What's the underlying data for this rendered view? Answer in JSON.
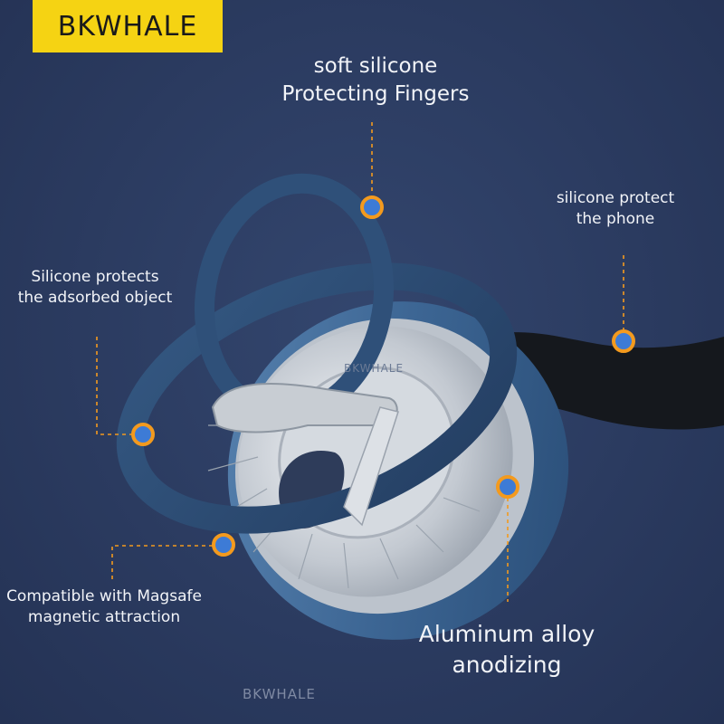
{
  "brand": {
    "logo_text": "BKWHALE",
    "logo_color": "#f5d313",
    "watermark_text": "BKWHALE",
    "engraving_text": "BKWHALE"
  },
  "callouts": {
    "top": {
      "line1": "soft silicone",
      "line2": "Protecting Fingers"
    },
    "right": {
      "line1": "silicone protect",
      "line2": "the phone"
    },
    "left": {
      "line1": "Silicone protects",
      "line2": "the adsorbed object"
    },
    "bottom_left": {
      "line1": "Compatible with Magsafe",
      "line2": "magnetic attraction"
    },
    "bottom": {
      "line1": "Aluminum alloy",
      "line2": "anodizing"
    }
  },
  "colors": {
    "background": "#2a3a5e",
    "callout_line": "#f39a1e",
    "marker_ring": "#f39a1e",
    "marker_dot": "#3d7bd6",
    "silicone_blue": "#2f4f78",
    "aluminum_blue": "#3f6e9c"
  }
}
